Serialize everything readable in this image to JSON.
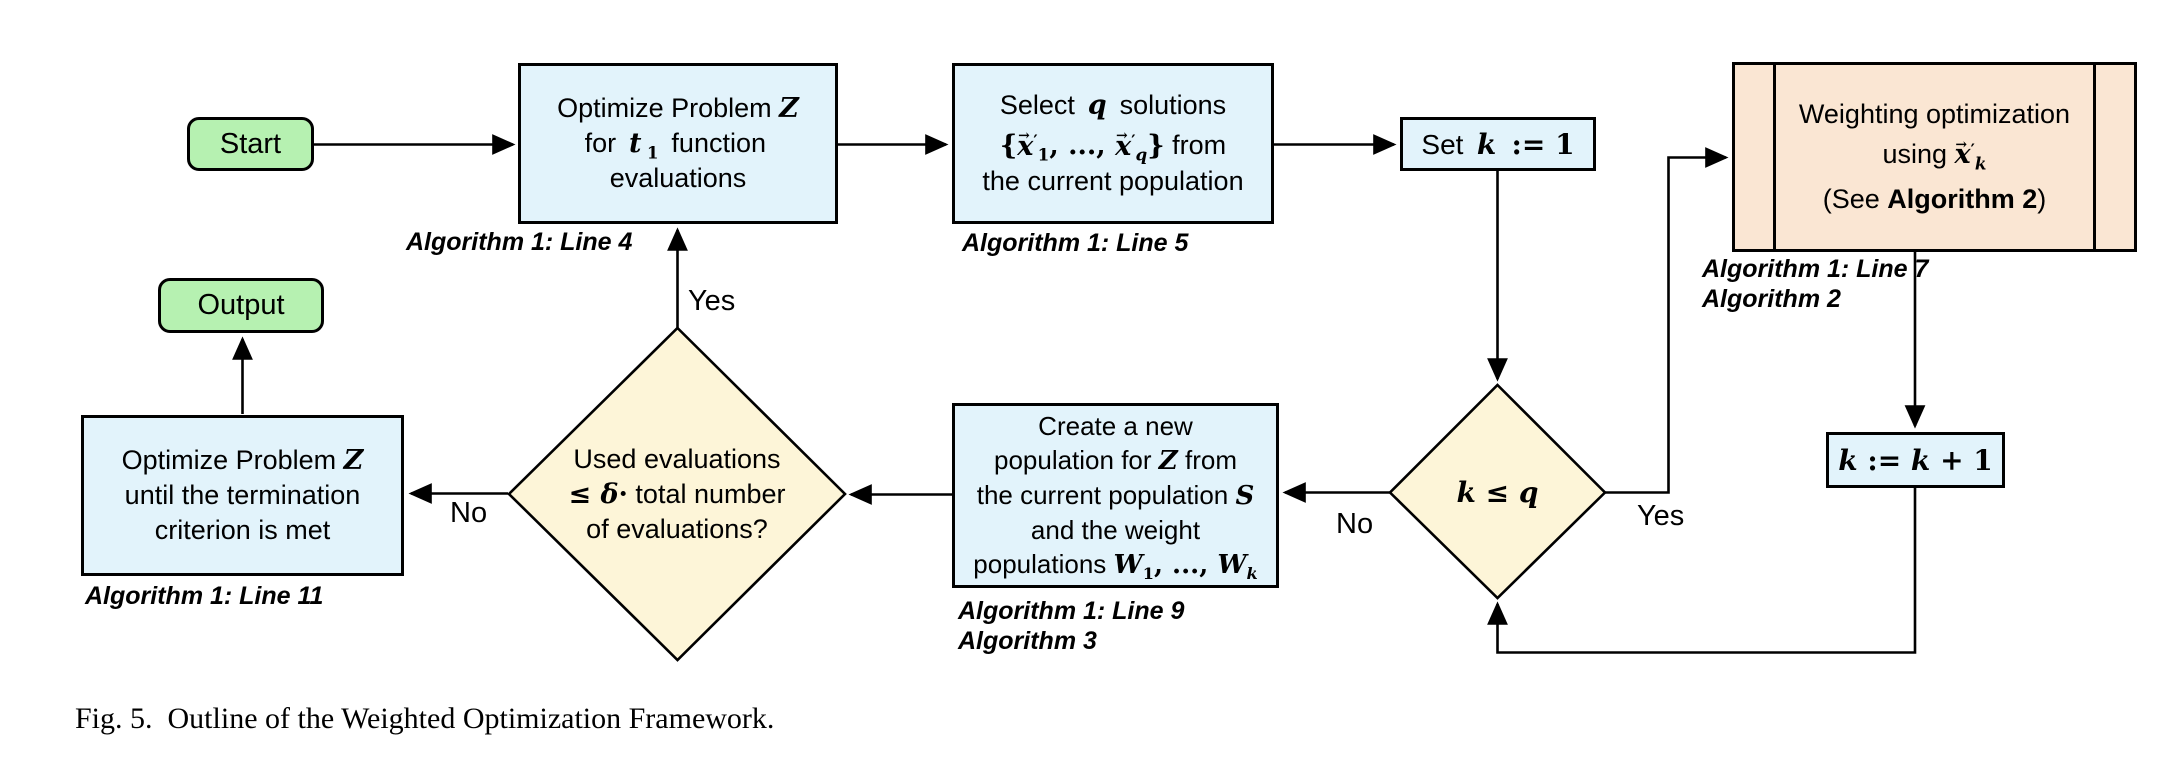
{
  "colors": {
    "green": "#b6f1b1",
    "blue": "#e2f3fb",
    "yellow": "#fdf5d8",
    "orange": "#fae6d3",
    "stroke": "#000000",
    "text": "#000000",
    "background": "#ffffff"
  },
  "caption": "Fig. 5.  Outline of the Weighted Optimization Framework.",
  "edge_labels": {
    "yes_eval": "Yes",
    "no_eval": "No",
    "yes_k": "Yes",
    "no_k": "No"
  },
  "nodes": {
    "start": {
      "label": "Start"
    },
    "optimize_t1": {
      "l1a": "Optimize Problem ",
      "l1b": "Z",
      "l2a": "for ",
      "l2b": "t",
      "l2c": "1",
      "l2d": " function",
      "l3": "evaluations",
      "annotation": "Algorithm 1: Line 4"
    },
    "select_q": {
      "l1a": "Select ",
      "l1b": "q",
      "l1c": " solutions",
      "l2a": "{",
      "l2b": "x",
      "l2c": "′",
      "l2d": "1",
      "l2e": ", ..., ",
      "l2f": "x",
      "l2g": "′",
      "l2h": "q",
      "l2i": "}",
      "l2j": " from",
      "l3": "the current population",
      "annotation": "Algorithm 1: Line 5"
    },
    "set_k": {
      "a": "Set ",
      "b": "k",
      "c": " := 1"
    },
    "weighting": {
      "l1": "Weighting optimization",
      "l2a": "using ",
      "l2b": "x",
      "l2c": "′",
      "l2d": "k",
      "l3a": "(See ",
      "l3b": "Algorithm 2",
      "l3c": ")",
      "annotation1": "Algorithm 1: Line 7",
      "annotation2": "Algorithm 2"
    },
    "k_increment": {
      "a": "k",
      "b": " := ",
      "c": "k",
      "d": " + 1"
    },
    "k_decision": {
      "a": "k",
      "b": " ≤ ",
      "c": "q"
    },
    "create_pop": {
      "l1": "Create a new",
      "l2a": "population for ",
      "l2b": "Z",
      "l2c": " from",
      "l3a": "the current population ",
      "l3b": "S",
      "l4": "and the weight",
      "l5a": "populations ",
      "l5b": "W",
      "l5c": "1",
      "l5d": ", ..., ",
      "l5e": "W",
      "l5f": "k",
      "annotation1": "Algorithm 1: Line 9",
      "annotation2": "Algorithm 3"
    },
    "eval_decision": {
      "l1": "Used evaluations",
      "l2a": "≤ ",
      "l2b": "δ",
      "l2c": "·",
      "l2d": " total number",
      "l3": "of evaluations?"
    },
    "optimize_term": {
      "l1a": "Optimize Problem ",
      "l1b": "Z",
      "l2": "until the termination",
      "l3": "criterion is met",
      "annotation": "Algorithm 1: Line 11"
    },
    "output": {
      "label": "Output"
    }
  }
}
